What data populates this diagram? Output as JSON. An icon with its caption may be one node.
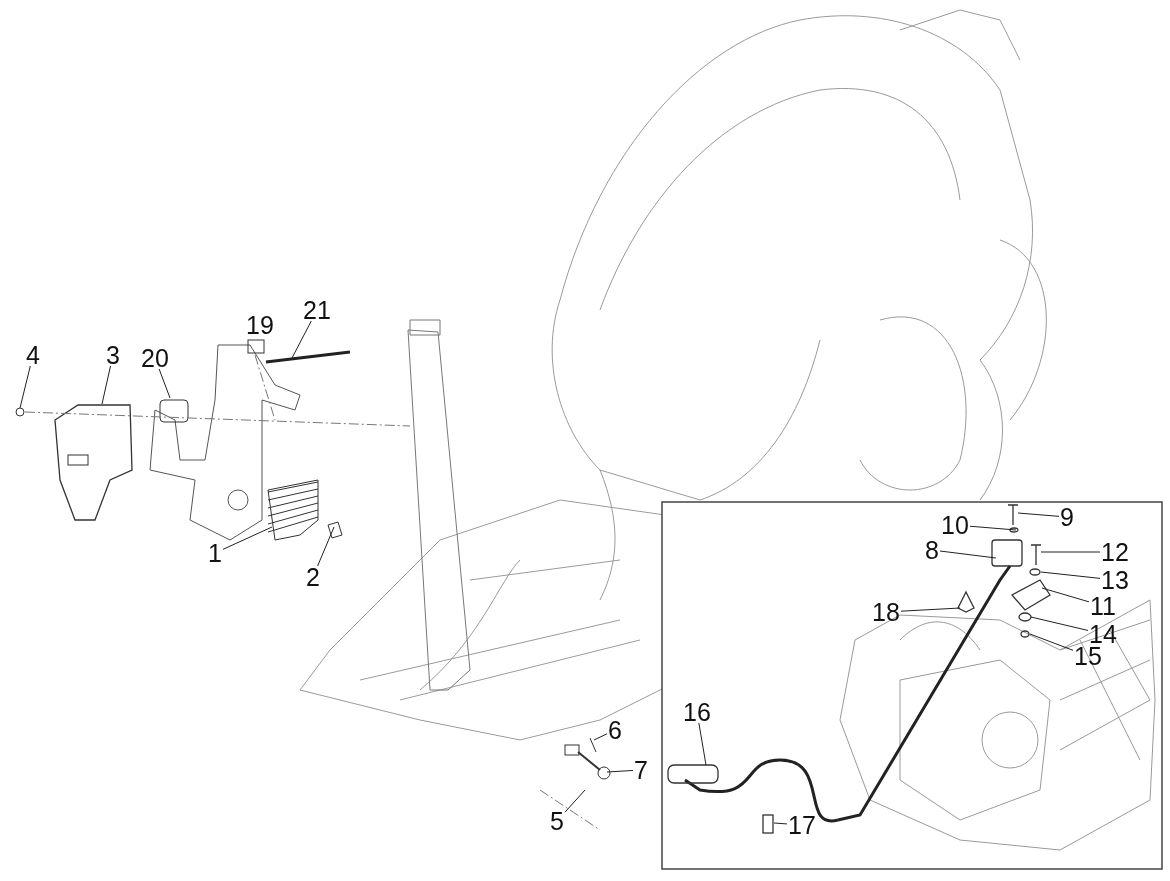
{
  "diagram": {
    "nodes": [
      {
        "text": [
          "21"
        ]
      },
      {
        "text": [
          "4"
        ]
      },
      {
        "text": [
          "3"
        ]
      },
      {
        "text": [
          "20"
        ]
      },
      {
        "text": [
          "9"
        ]
      },
      {
        "text": [
          "10"
        ]
      },
      {
        "text": [
          "8"
        ]
      },
      {
        "text": [
          "12"
        ]
      },
      {
        "text": [
          "13"
        ]
      },
      {
        "text": [
          "18"
        ]
      },
      {
        "text": [
          "11"
        ]
      },
      {
        "text": [
          "14"
        ]
      },
      {
        "text": [
          "15"
        ]
      },
      {
        "text": [
          "1"
        ]
      },
      {
        "text": [
          "2"
        ]
      },
      {
        "text": [
          "16"
        ]
      },
      {
        "text": [
          "6"
        ]
      },
      {
        "text": [
          "7"
        ]
      },
      {
        "text": [
          "5"
        ]
      },
      {
        "text": [
          "17"
        ]
      }
    ],
    "edges": [
      {
        "from": 0,
        "to": null,
        "arrow": "none"
      },
      {
        "from": 1,
        "to": null,
        "arrow": "none"
      },
      {
        "from": 2,
        "to": null,
        "arrow": "none"
      },
      {
        "from": 3,
        "to": null,
        "arrow": "none"
      },
      {
        "from": 4,
        "to": null,
        "arrow": "none"
      },
      {
        "from": 5,
        "to": null,
        "arrow": "none"
      },
      {
        "from": 6,
        "to": null,
        "arrow": "none"
      },
      {
        "from": 7,
        "to": null,
        "arrow": "none"
      },
      {
        "from": 8,
        "to": null,
        "arrow": "none"
      },
      {
        "from": 9,
        "to": null,
        "arrow": "none"
      },
      {
        "from": 10,
        "to": null,
        "arrow": "none"
      },
      {
        "from": 11,
        "to": null,
        "arrow": "none"
      },
      {
        "from": 12,
        "to": null,
        "arrow": "none"
      },
      {
        "from": 13,
        "to": null,
        "arrow": "none"
      },
      {
        "from": 14,
        "to": null,
        "arrow": "none"
      },
      {
        "from": 15,
        "to": null,
        "arrow": "none"
      },
      {
        "from": 16,
        "to": null,
        "arrow": "none"
      },
      {
        "from": 17,
        "to": null,
        "arrow": "none"
      },
      {
        "from": 18,
        "to": null,
        "arrow": "none"
      },
      {
        "from": 19,
        "to": null,
        "arrow": "none"
      }
    ],
    "labels": [
      "19"
    ]
  }
}
